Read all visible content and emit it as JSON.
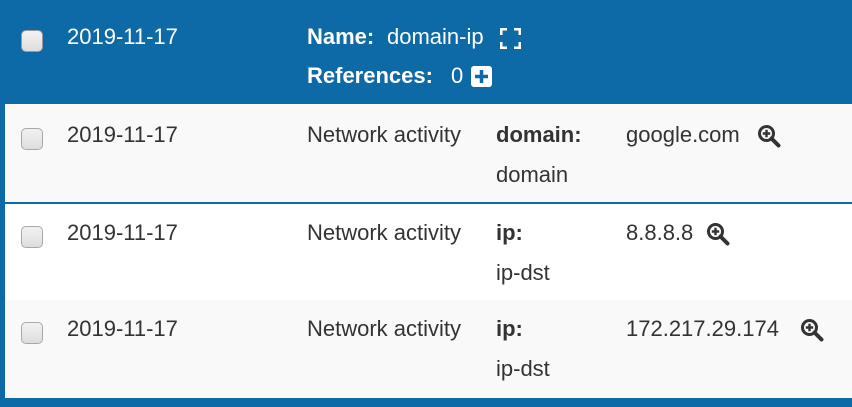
{
  "object_header": {
    "date": "2019-11-17",
    "name_label": "Name:",
    "name_value": "domain-ip",
    "references_label": "References:",
    "references_value": "0"
  },
  "attributes": [
    {
      "date": "2019-11-17",
      "category": "Network activity",
      "relation": "domain:",
      "type": "domain",
      "value": "google.com"
    },
    {
      "date": "2019-11-17",
      "category": "Network activity",
      "relation": "ip:",
      "type": "ip-dst",
      "value": "8.8.8.8"
    },
    {
      "date": "2019-11-17",
      "category": "Network activity",
      "relation": "ip:",
      "type": "ip-dst",
      "value": "172.217.29.174"
    }
  ],
  "icons": {
    "expand": "expand-icon",
    "add_reference": "plus-square-icon",
    "search": "search-plus-icon"
  },
  "colors": {
    "header_blue": "#0e6aa6",
    "row_alt": "#f9f9f9",
    "text": "#333333"
  }
}
